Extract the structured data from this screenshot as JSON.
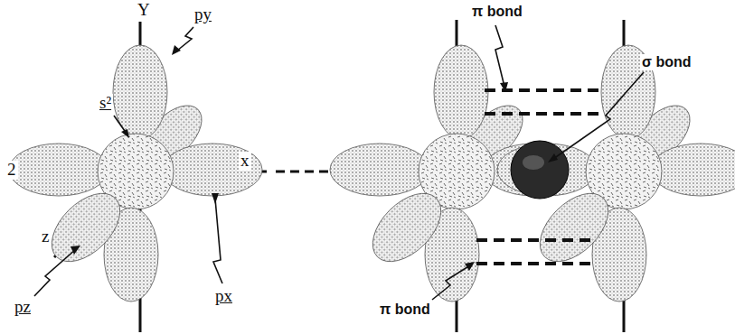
{
  "diagram": {
    "labels": [
      "Y",
      "py",
      "s²",
      "2",
      "x",
      "z",
      "pz",
      "px",
      "π bond",
      "σ bond",
      "π bond"
    ]
  }
}
